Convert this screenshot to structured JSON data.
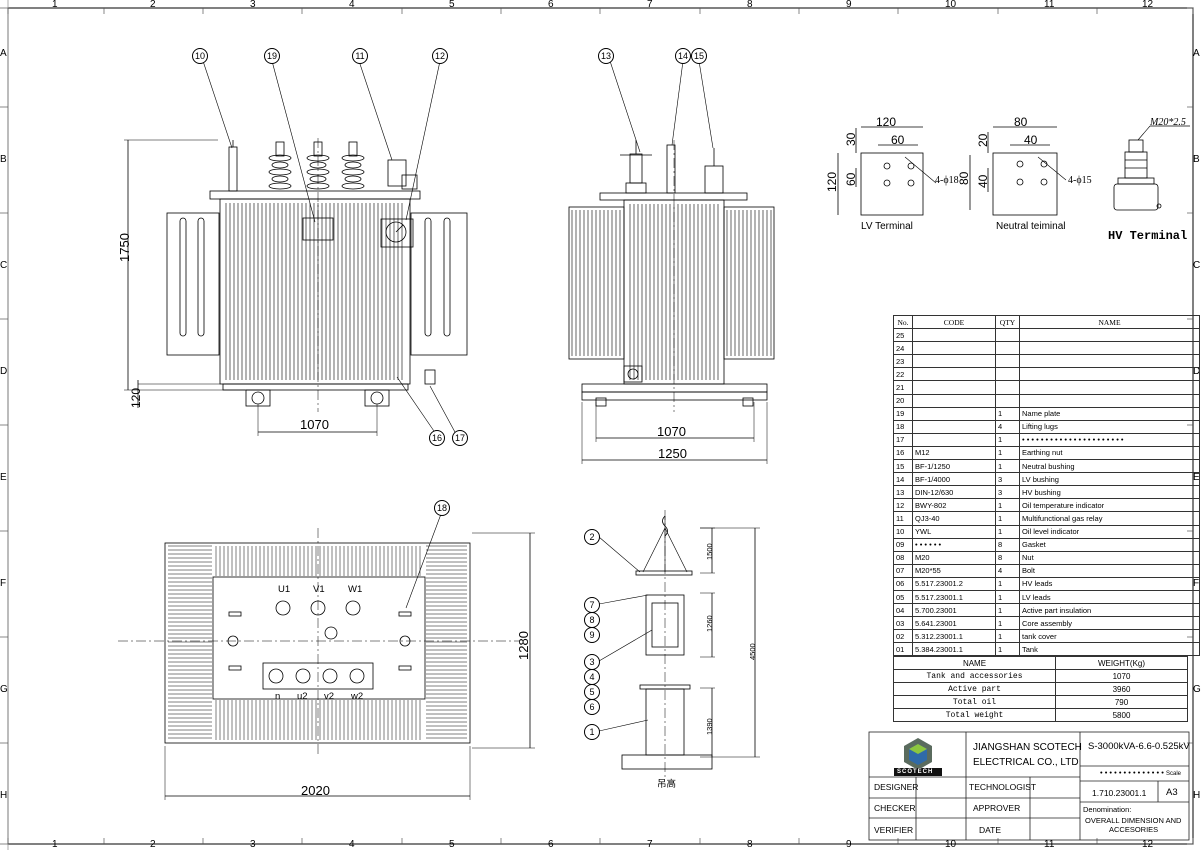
{
  "grid": {
    "columns": [
      "1",
      "2",
      "3",
      "4",
      "5",
      "6",
      "7",
      "8",
      "9",
      "10",
      "11",
      "12"
    ],
    "rows": [
      "A",
      "B",
      "C",
      "D",
      "E",
      "F",
      "G",
      "H"
    ]
  },
  "front_view": {
    "height_dim": "1750",
    "base_dim": "120",
    "width_dim": "1070",
    "callouts": [
      "10",
      "19",
      "11",
      "12",
      "16",
      "17"
    ]
  },
  "side_view": {
    "inner_width_dim": "1070",
    "outer_width_dim": "1250",
    "callouts": [
      "13",
      "14",
      "15"
    ]
  },
  "top_view": {
    "width_dim": "2020",
    "depth_dim": "1280",
    "callout": "18",
    "hv_labels": [
      "U1",
      "V1",
      "W1"
    ],
    "lv_labels": [
      "n",
      "u2",
      "v2",
      "w2"
    ]
  },
  "section_view": {
    "callouts": [
      "2",
      "7",
      "8",
      "9",
      "3",
      "4",
      "5",
      "6",
      "1"
    ],
    "dims": [
      "1500",
      "1260",
      "4500",
      "1390"
    ],
    "bottom_label": "吊高"
  },
  "lv_terminal": {
    "title": "LV Terminal",
    "dims": [
      "120",
      "60",
      "30",
      "120",
      "60"
    ],
    "holes": "4-ϕ18"
  },
  "neutral_terminal": {
    "title": "Neutral teiminal",
    "dims": [
      "80",
      "40",
      "20",
      "80",
      "40"
    ],
    "holes": "4-ϕ15"
  },
  "hv_terminal": {
    "title": "HV Terminal",
    "thread": "M20*2.5"
  },
  "parts_table": {
    "headers": [
      "No.",
      "CODE",
      "QTY",
      "NAME"
    ],
    "rows": [
      [
        "25",
        "",
        "",
        ""
      ],
      [
        "24",
        "",
        "",
        ""
      ],
      [
        "23",
        "",
        "",
        ""
      ],
      [
        "22",
        "",
        "",
        ""
      ],
      [
        "21",
        "",
        "",
        ""
      ],
      [
        "20",
        "",
        "",
        ""
      ],
      [
        "19",
        "",
        "1",
        "Name plate"
      ],
      [
        "18",
        "",
        "4",
        "Lifting lugs"
      ],
      [
        "17",
        "",
        "1",
        "• • • • • • • • • • • • • • • • • • • • • •"
      ],
      [
        "16",
        "M12",
        "1",
        "Earthing nut"
      ],
      [
        "15",
        "BF-1/1250",
        "1",
        "Neutral bushing"
      ],
      [
        "14",
        "BF-1/4000",
        "3",
        "LV bushing"
      ],
      [
        "13",
        "DIN-12/630",
        "3",
        "HV bushing"
      ],
      [
        "12",
        "BWY-802",
        "1",
        "Oil temperature indicator"
      ],
      [
        "11",
        "QJ3-40",
        "1",
        "Multifunctional gas relay"
      ],
      [
        "10",
        "YWL",
        "1",
        "Oil level indicator"
      ],
      [
        "09",
        "• • • • • •",
        "8",
        "Gasket"
      ],
      [
        "08",
        "M20",
        "8",
        "Nut"
      ],
      [
        "07",
        "M20*55",
        "4",
        "Bolt"
      ],
      [
        "06",
        "5.517.23001.2",
        "1",
        "HV leads"
      ],
      [
        "05",
        "5.517.23001.1",
        "1",
        "LV leads"
      ],
      [
        "04",
        "5.700.23001",
        "1",
        "Active part insulation"
      ],
      [
        "03",
        "5.641.23001",
        "1",
        "Core assembly"
      ],
      [
        "02",
        "5.312.23001.1",
        "1",
        "tank cover"
      ],
      [
        "01",
        "5.384.23001.1",
        "1",
        "Tank"
      ]
    ]
  },
  "weight_table": {
    "headers": [
      "NAME",
      "WEIGHT(Kg)"
    ],
    "rows": [
      [
        "Tank and accessories",
        "1070"
      ],
      [
        "Active part",
        "3960"
      ],
      [
        "Total oil",
        "790"
      ],
      [
        "Total weight",
        "5800"
      ]
    ]
  },
  "title_block": {
    "logo_text": "SCOTECH",
    "company_line1": "JIANGSHAN SCOTECH",
    "company_line2": "ELECTRICAL CO., LTD",
    "model": "S-3000kVA-6.6-0.525kV",
    "dotted": "• • • • • • • • • • • • • •",
    "scale_note": "Scale",
    "drawing_no": "1.710.23001.1",
    "sheet_size": "A3",
    "designer": "DESIGNER",
    "technologist": "TECHNOLOGIST",
    "checker": "CHECKER",
    "approver": "APPROVER",
    "verifier": "VERIFIER",
    "date": "DATE",
    "denomination_label": "Denomination:",
    "denomination_value_1": "OVERALL DIMENSION AND",
    "denomination_value_2": "ACCESORIES"
  }
}
